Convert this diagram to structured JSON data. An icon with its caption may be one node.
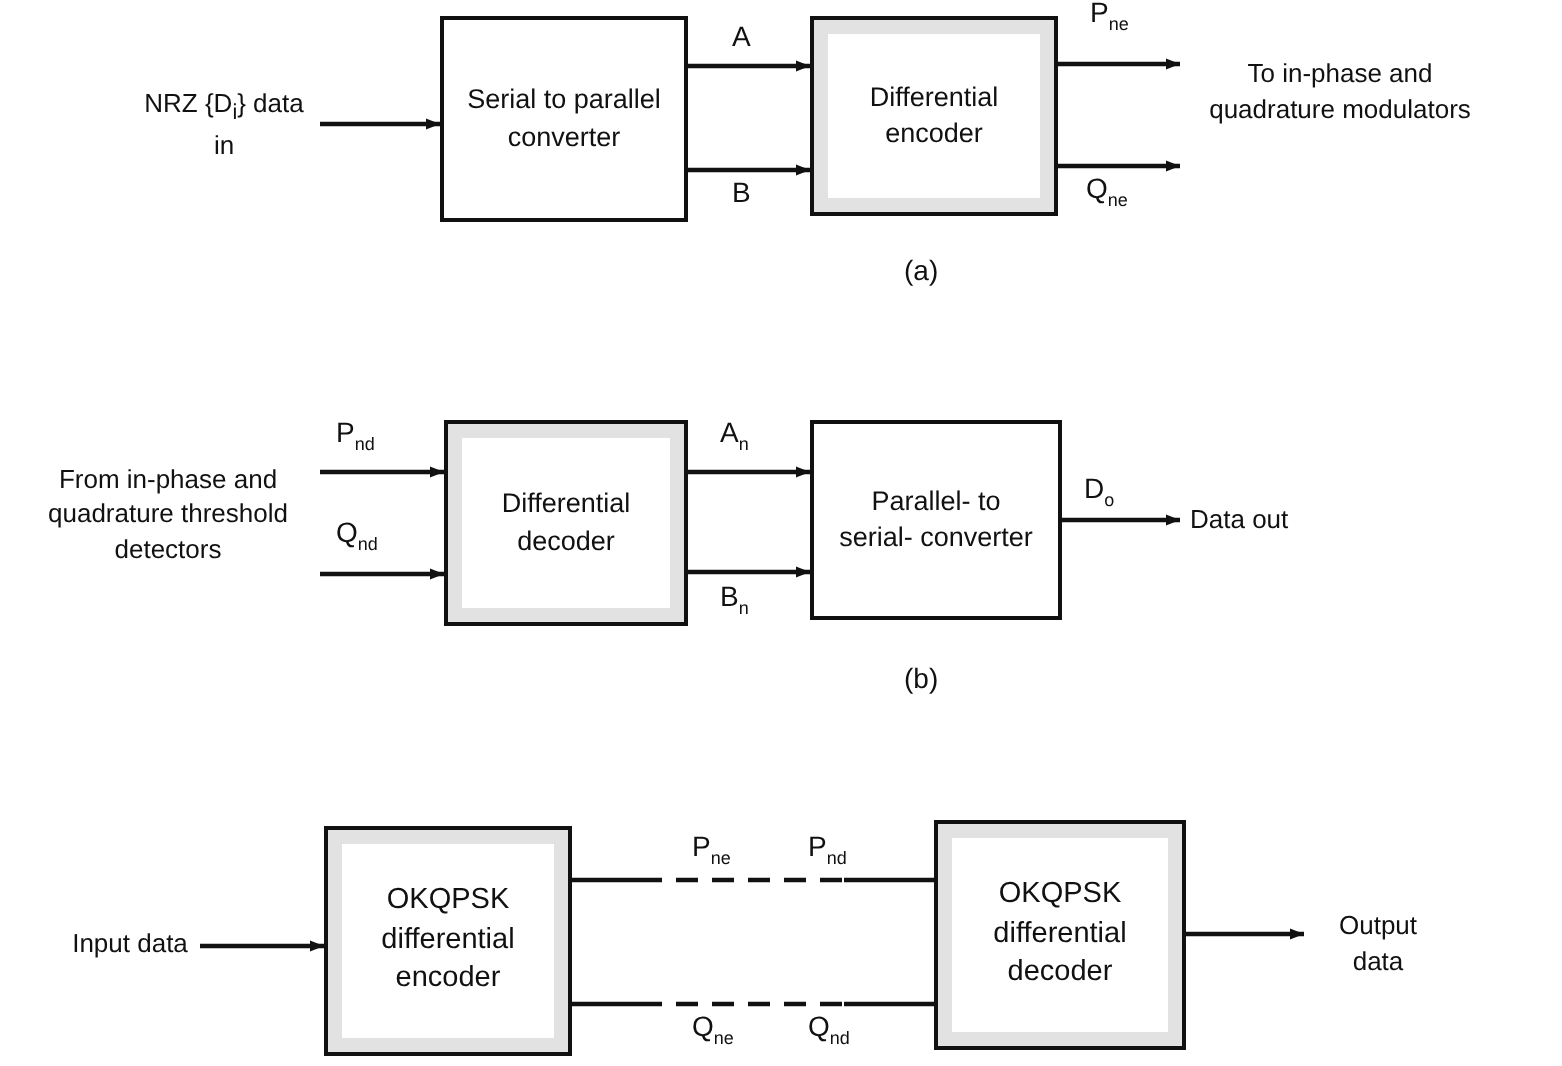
{
  "diagram": {
    "nodes": [
      {
        "text": [
          "NRZ {D$_{i}$} data in"
        ]
      },
      {
        "text": [
          "Serial to parallel converter"
        ]
      },
      {
        "text": [
          "Differential encoder"
        ]
      },
      {
        "text": [
          "To in-phase and quadrature modulators"
        ]
      },
      {
        "text": [
          "From in-phase and quadrature threshold detectors"
        ]
      },
      {
        "text": [
          "Differential decoder"
        ]
      },
      {
        "text": [
          "Parallel- to serial- converter"
        ]
      },
      {
        "text": [
          "Data out"
        ]
      },
      {
        "text": [
          "Input data"
        ]
      },
      {
        "text": [
          "OKQPSK differential encoder"
        ]
      },
      {
        "text": [
          "OKQPSK differential decoder"
        ]
      },
      {
        "text": [
          "Output data"
        ]
      }
    ],
    "edges": [
      {
        "from": 0,
        "to": 1,
        "arrow": "to"
      },
      {
        "from": 1,
        "to": 2,
        "arrow": "to",
        "label": "A"
      },
      {
        "from": 1,
        "to": 2,
        "arrow": "to",
        "label": "B"
      },
      {
        "from": 2,
        "to": 3,
        "arrow": "to",
        "label": "P$_{ne}$"
      },
      {
        "from": 2,
        "to": 3,
        "arrow": "to",
        "label": "Q$_{ne}$"
      },
      {
        "from": 4,
        "to": 5,
        "arrow": "to",
        "label": "P$_{nd}$"
      },
      {
        "from": 4,
        "to": 5,
        "arrow": "to",
        "label": "Q$_{nd}$"
      },
      {
        "from": 5,
        "to": 6,
        "arrow": "to",
        "label": "A$_{n}$"
      },
      {
        "from": 5,
        "to": 6,
        "arrow": "to",
        "label": "B$_{n}$"
      },
      {
        "from": 6,
        "to": 7,
        "arrow": "to",
        "label": "D$_{o}$"
      },
      {
        "from": 8,
        "to": 9,
        "arrow": "to"
      },
      {
        "from": 9,
        "to": 10,
        "arrow": "none",
        "style": "dashed"
      },
      {
        "from": 9,
        "to": 10,
        "arrow": "none",
        "style": "dashed"
      },
      {
        "from": 10,
        "to": 11,
        "arrow": "to"
      }
    ],
    "labels": [
      "(a)",
      "(b)",
      "P$_{ne}$",
      "P$_{nd}$",
      "Q$_{ne}$",
      "Q$_{nd}$"
    ]
  }
}
